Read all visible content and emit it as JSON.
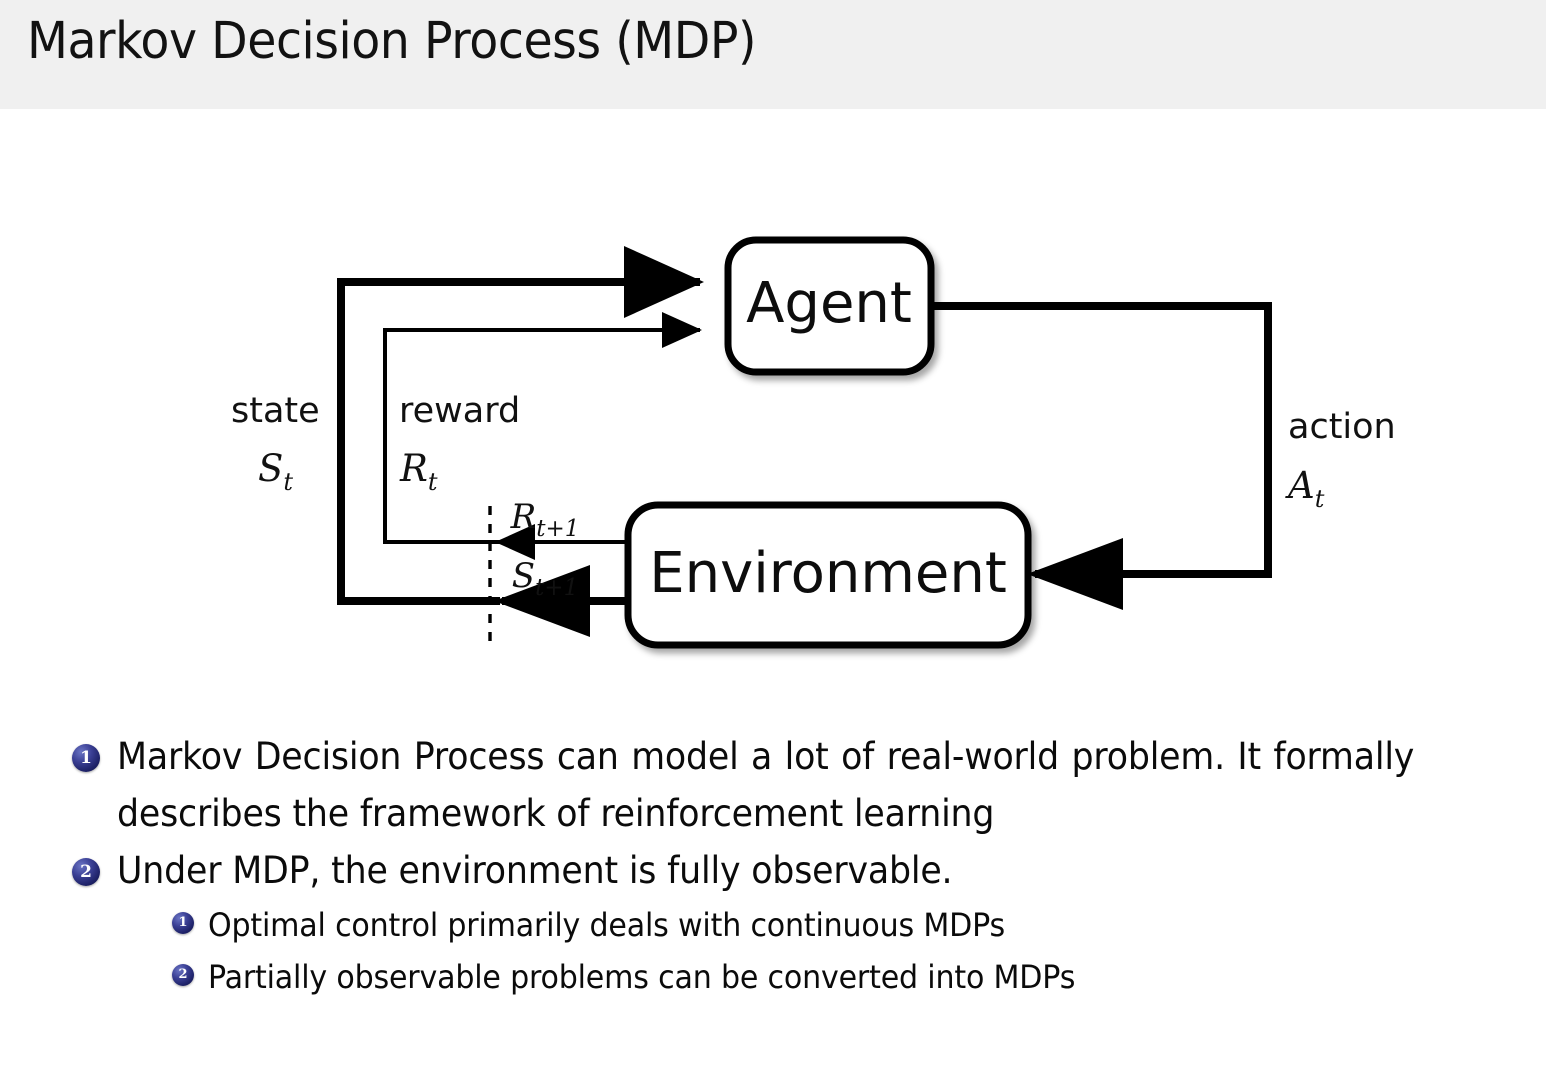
{
  "header": {
    "title": "Markov Decision Process (MDP)",
    "bar_color": "#f0f0f0"
  },
  "diagram": {
    "name": "agent-environment-interaction-loop",
    "nodes": [
      {
        "id": "agent",
        "label": "Agent"
      },
      {
        "id": "environment",
        "label": "Environment"
      }
    ],
    "edge_labels": {
      "state_word": "state",
      "state_symbol": "S",
      "state_sub": "t",
      "reward_word": "reward",
      "reward_symbol": "R",
      "reward_sub": "t",
      "action_word": "action",
      "action_symbol": "A",
      "action_sub": "t",
      "reward_next_symbol": "R",
      "reward_next_sub": "t+1",
      "state_next_symbol": "S",
      "state_next_sub": "t+1"
    },
    "line_color": "#000000",
    "box_fill": "#ffffff"
  },
  "bullets": {
    "accent_color": "#1d2166",
    "items": [
      {
        "number": "1",
        "level": 1,
        "text": "Markov Decision Process can model a lot of real-world problem. It formally describes the framework of reinforcement learning"
      },
      {
        "number": "2",
        "level": 1,
        "text": "Under MDP, the environment is fully observable."
      },
      {
        "number": "1",
        "level": 2,
        "text": "Optimal control primarily deals with continuous MDPs"
      },
      {
        "number": "2",
        "level": 2,
        "text": "Partially observable problems can be converted into MDPs"
      }
    ]
  }
}
